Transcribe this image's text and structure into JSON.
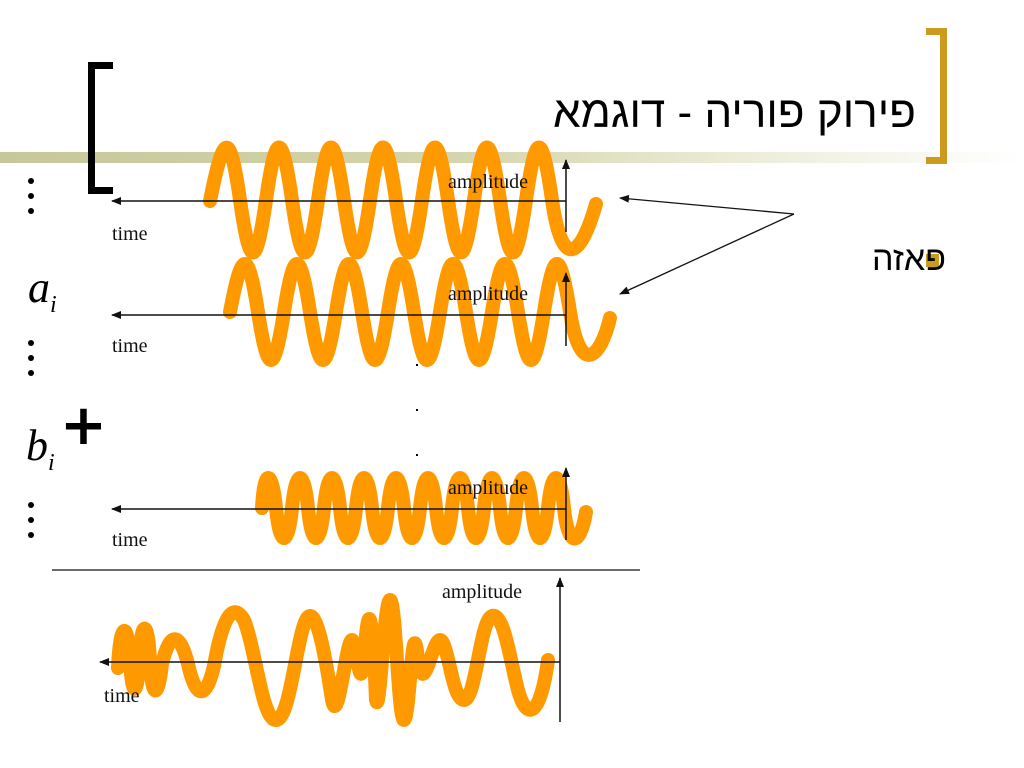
{
  "slide": {
    "title": "פירוק פוריה - דוגמא",
    "bullet": "פאזה",
    "symbols": {
      "a": "a",
      "a_sub": "i",
      "b": "b",
      "b_sub": "i",
      "plus": "+"
    },
    "axes": {
      "amplitude_label": "amplitude",
      "time_label": "time"
    },
    "colors": {
      "wave": "#ff9900",
      "accent": "#cc9a1c",
      "rule": "#d5d5ad"
    }
  }
}
